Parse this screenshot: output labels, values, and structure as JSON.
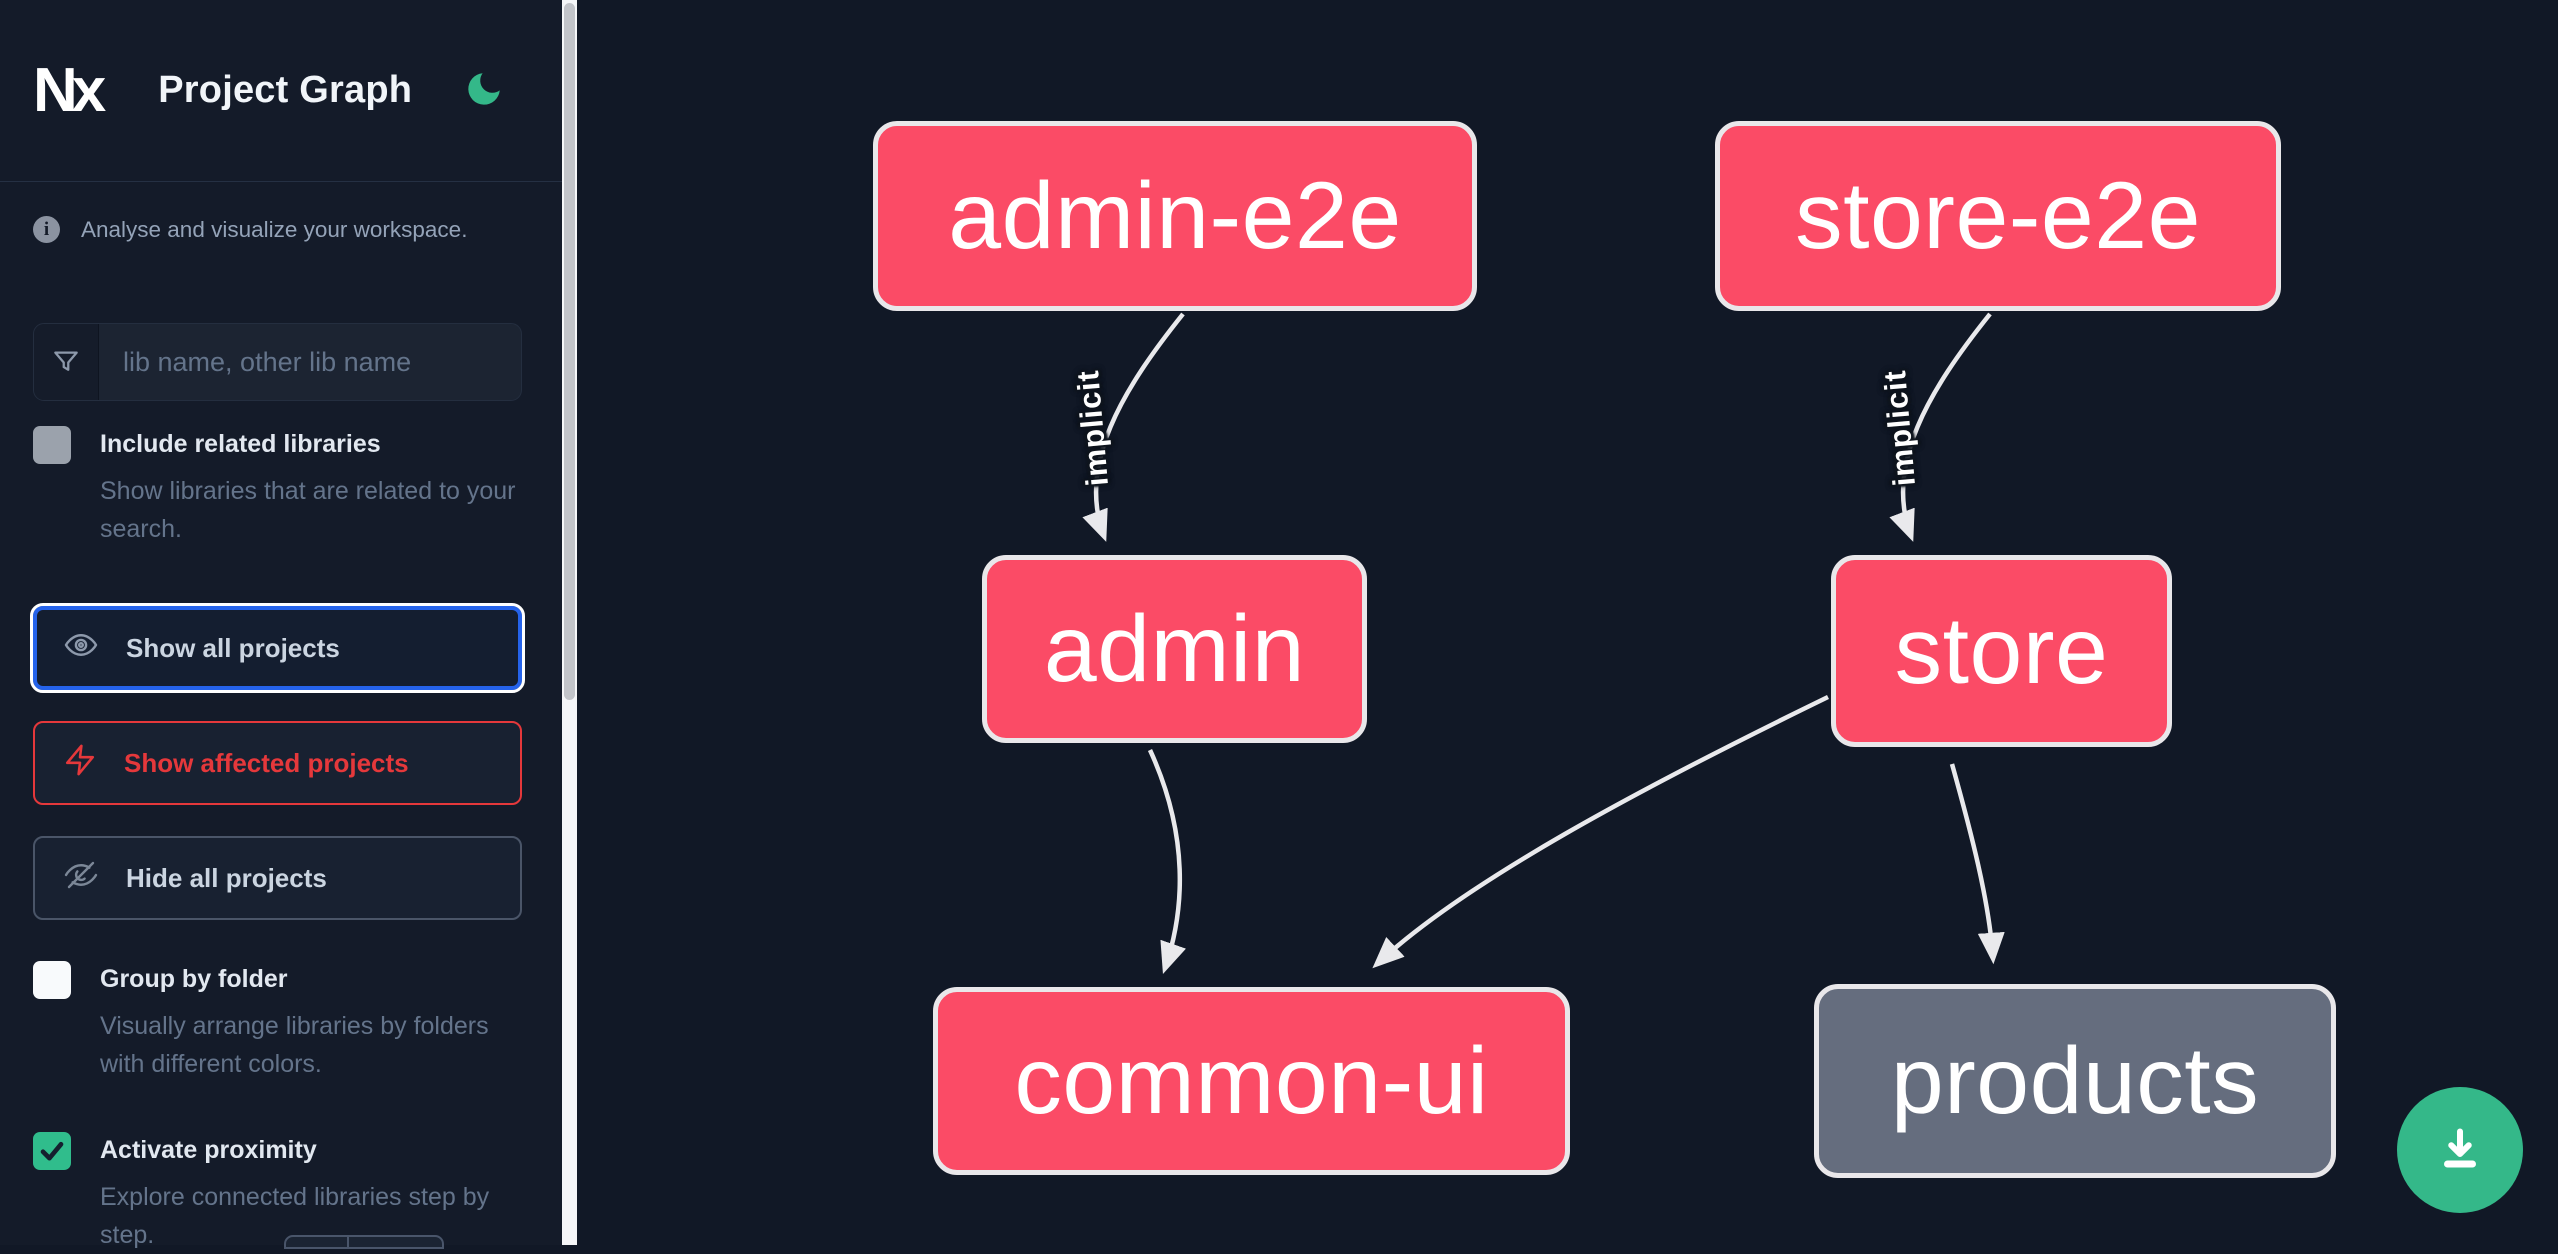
{
  "app": {
    "logo_text": "Nx",
    "title": "Project Graph"
  },
  "sidebar": {
    "info_text": "Analyse and visualize your workspace.",
    "search_placeholder": "lib name, other lib name",
    "search_value": "",
    "checkboxes": [
      {
        "label": "Include related libraries",
        "description": "Show libraries that are related to your search.",
        "checked": false
      },
      {
        "label": "Group by folder",
        "description": "Visually arrange libraries by folders with different colors.",
        "checked": false
      },
      {
        "label": "Activate proximity",
        "description": "Explore connected libraries step by step.",
        "checked": true
      }
    ],
    "buttons": [
      {
        "label": "Show all projects",
        "icon": "eye-icon",
        "state": "focused"
      },
      {
        "label": "Show affected projects",
        "icon": "lightning-bolt-icon",
        "state": "affected"
      },
      {
        "label": "Hide all projects",
        "icon": "eye-off-icon",
        "state": "default"
      }
    ]
  },
  "graph": {
    "nodes": [
      {
        "id": "admin-e2e",
        "color": "pink"
      },
      {
        "id": "store-e2e",
        "color": "pink"
      },
      {
        "id": "admin",
        "color": "pink"
      },
      {
        "id": "store",
        "color": "pink"
      },
      {
        "id": "common-ui",
        "color": "pink"
      },
      {
        "id": "products",
        "color": "gray"
      }
    ],
    "edges": [
      {
        "source": "admin-e2e",
        "target": "admin",
        "label": "implicit"
      },
      {
        "source": "store-e2e",
        "target": "store",
        "label": "implicit"
      },
      {
        "source": "admin",
        "target": "common-ui",
        "label": ""
      },
      {
        "source": "store",
        "target": "common-ui",
        "label": ""
      },
      {
        "source": "store",
        "target": "products",
        "label": ""
      }
    ]
  },
  "colors": {
    "node_pink": "#fb4b66",
    "node_gray": "#656d7e",
    "accent_green": "#34b889",
    "focus_blue": "#2563eb",
    "affected_red": "#e5383b",
    "edge_gray": "#e9e9ec"
  },
  "fab": {
    "icon": "download-icon"
  }
}
